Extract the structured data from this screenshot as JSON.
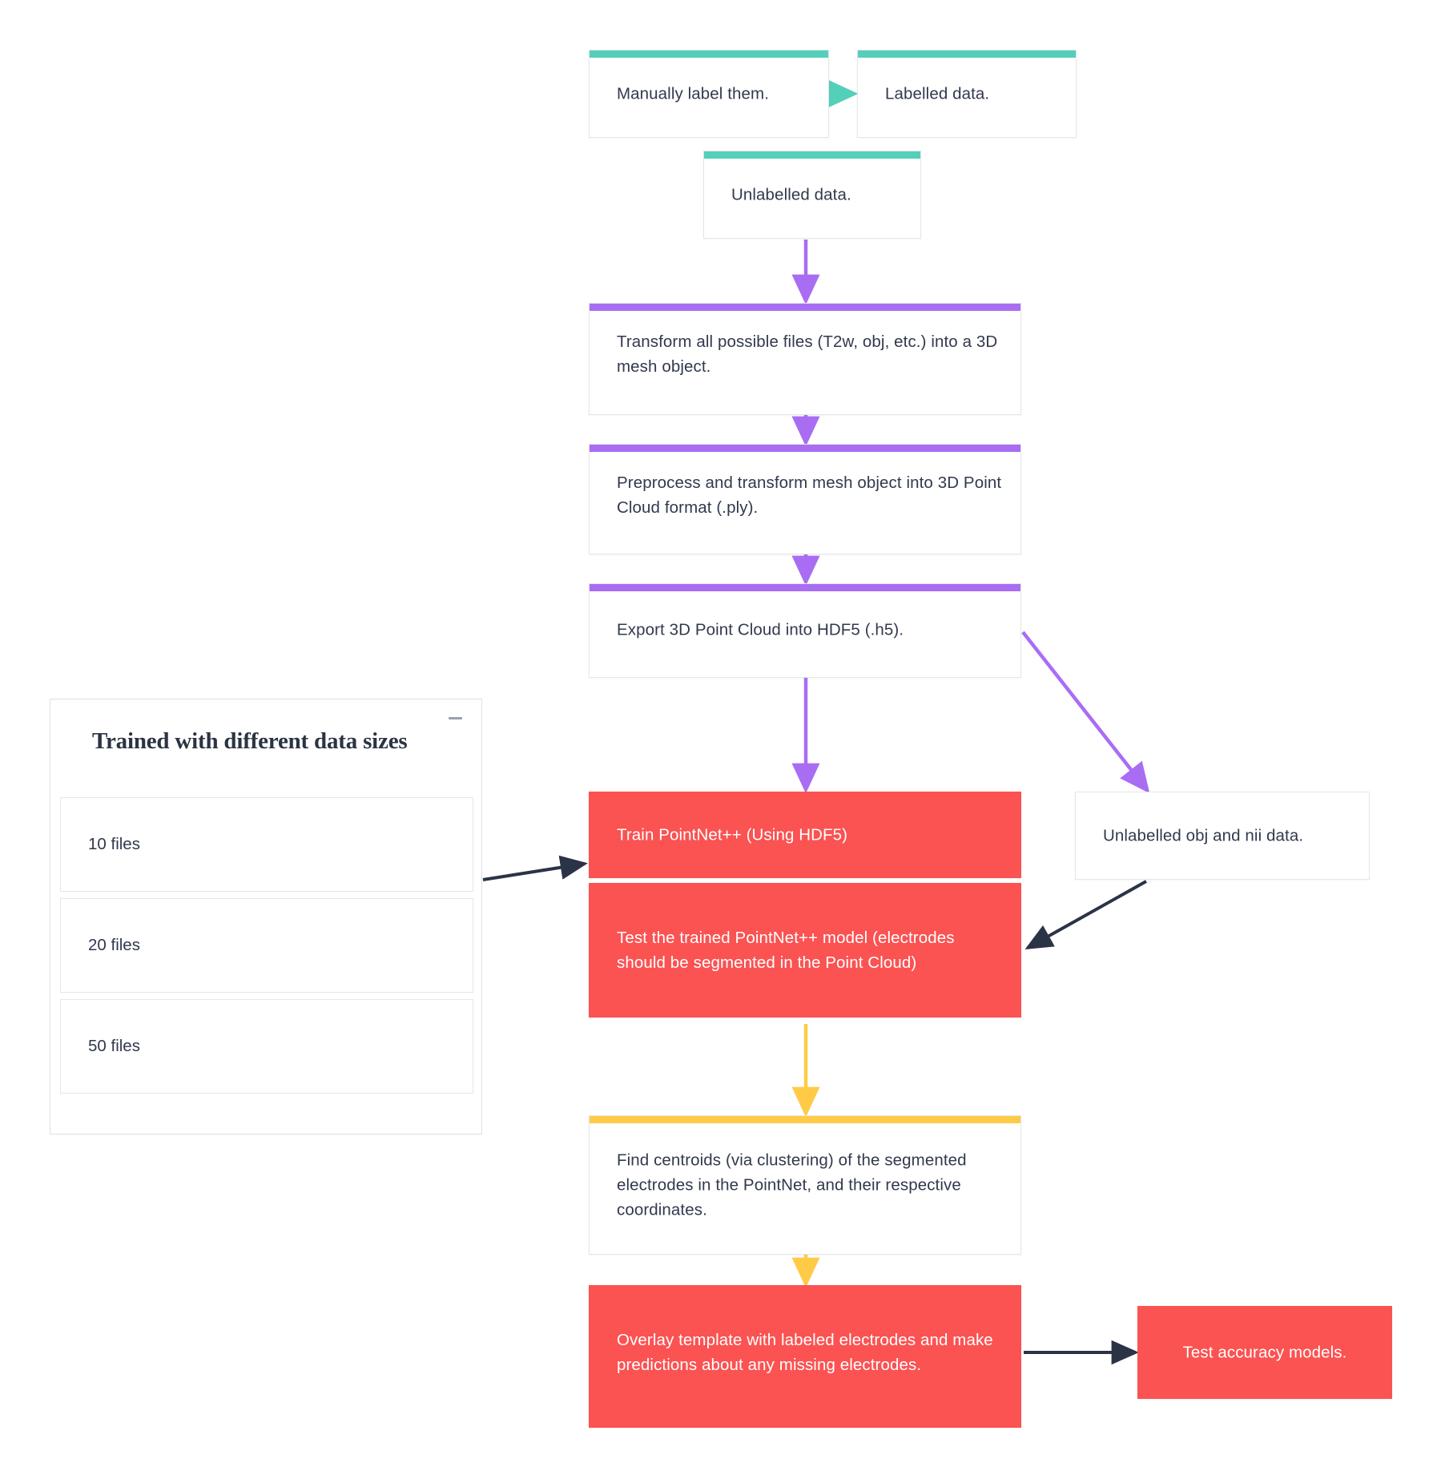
{
  "diagram": {
    "title": "Electrode segmentation pipeline flowchart",
    "colors": {
      "teal": "#54cfba",
      "purple": "#a96df3",
      "yellow": "#ffcb47",
      "red": "#fb5252",
      "arrow_dark": "#2e3murky",
      "text": "#31394d"
    },
    "nodes": {
      "manually_label": "Manually label them.",
      "labelled_data": "Labelled data.",
      "unlabelled_data": "Unlabelled data.",
      "transform_mesh": "Transform all possible files (T2w, obj, etc.) into a 3D mesh object.",
      "preprocess_ply": "Preprocess and transform mesh object into 3D Point Cloud format (.ply).",
      "export_hdf5": "Export 3D Point Cloud into HDF5 (.h5).",
      "train_pointnet": "Train PointNet++ (Using HDF5)",
      "test_pointnet": "Test the trained PointNet++ model (electrodes should be segmented in the Point Cloud)",
      "unlabelled_obj_nii": "Unlabelled obj and nii data.",
      "find_centroids": "Find centroids (via clustering) of the segmented electrodes in the PointNet, and their respective coordinates.",
      "overlay_template": "Overlay template with labeled electrodes and make predictions about any missing electrodes.",
      "test_accuracy": "Test accuracy models."
    },
    "panel": {
      "title": "Trained with different data sizes",
      "collapse_icon": "minimize-icon",
      "items": [
        {
          "label": "10 files"
        },
        {
          "label": "20 files"
        },
        {
          "label": "50 files"
        }
      ]
    }
  }
}
